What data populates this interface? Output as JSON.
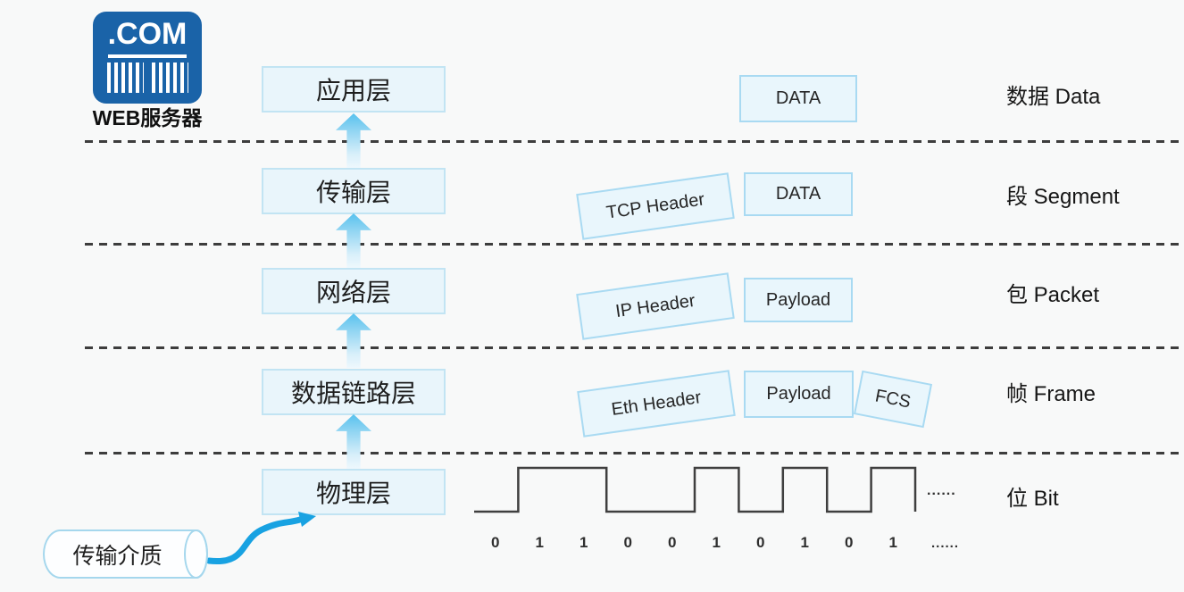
{
  "server": {
    "icon_text": ".COM",
    "label": "WEB服务器"
  },
  "layers": [
    {
      "label": "应用层"
    },
    {
      "label": "传输层"
    },
    {
      "label": "网络层"
    },
    {
      "label": "数据链路层"
    },
    {
      "label": "物理层"
    }
  ],
  "encapsulation": {
    "row_data": {
      "box1": "DATA",
      "unit": "数据 Data"
    },
    "row_segment": {
      "header": "TCP Header",
      "box1": "DATA",
      "unit": "段 Segment"
    },
    "row_packet": {
      "header": "IP Header",
      "box1": "Payload",
      "unit": "包 Packet"
    },
    "row_frame": {
      "header": "Eth Header",
      "box1": "Payload",
      "trailer": "FCS",
      "unit": "帧 Frame"
    },
    "row_bit": {
      "unit": "位 Bit"
    }
  },
  "physical_signal": {
    "type": "square-wave",
    "bits": [
      0,
      1,
      1,
      0,
      0,
      1,
      0,
      1,
      0,
      1
    ],
    "wave_ellipsis": "......",
    "bits_ellipsis": "......"
  },
  "medium": {
    "label": "传输介质"
  },
  "colors": {
    "server_icon_blue": "#1a63a8",
    "box_fill": "#e9f5fb",
    "box_border": "#a9daf2",
    "up_arrow_blue": "#58c1ee",
    "medium_arrow_blue": "#18a2e2",
    "dashed_line": "#3d3d3d",
    "waveform": "#3f3f3f"
  }
}
